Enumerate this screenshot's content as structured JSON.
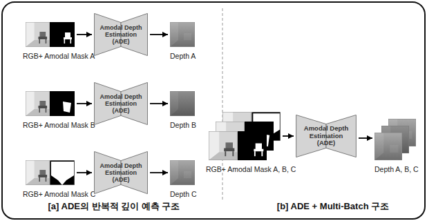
{
  "diagram": {
    "nodes": [
      {
        "text": [
          "RGB+ Amodal Mask A"
        ]
      },
      {
        "text": [
          "Amodal Depth Estimation (ADE)"
        ]
      },
      {
        "text": [
          "Depth A"
        ]
      },
      {
        "text": [
          "RGB+ Amodal Mask B"
        ]
      },
      {
        "text": [
          "Amodal Depth Estimation (ADE)"
        ]
      },
      {
        "text": [
          "Depth B"
        ]
      },
      {
        "text": [
          "RGB+ Amodal Mask C"
        ]
      },
      {
        "text": [
          "Amodal Depth Estimation (ADE)"
        ]
      },
      {
        "text": [
          "Depth C"
        ]
      },
      {
        "text": [
          "RGB+ Amodal Mask A, B, C"
        ]
      },
      {
        "text": [
          "Amodal Depth Estimation (ADE)"
        ]
      },
      {
        "text": [
          "Depth A, B, C"
        ]
      }
    ],
    "edges": [
      {
        "from": 0,
        "to": 1,
        "arrow": "to"
      },
      {
        "from": 1,
        "to": 2,
        "arrow": "to"
      },
      {
        "from": 3,
        "to": 4,
        "arrow": "to"
      },
      {
        "from": 4,
        "to": 5,
        "arrow": "to"
      },
      {
        "from": 6,
        "to": 7,
        "arrow": "to"
      },
      {
        "from": 7,
        "to": 8,
        "arrow": "to"
      },
      {
        "from": 9,
        "to": 10,
        "arrow": "to"
      },
      {
        "from": 10,
        "to": 11,
        "arrow": "to"
      }
    ],
    "labels": [
      "[a] ADE의 반복적 깊이 예측 구조",
      "[b] ADE + Multi-Batch 구조"
    ]
  }
}
